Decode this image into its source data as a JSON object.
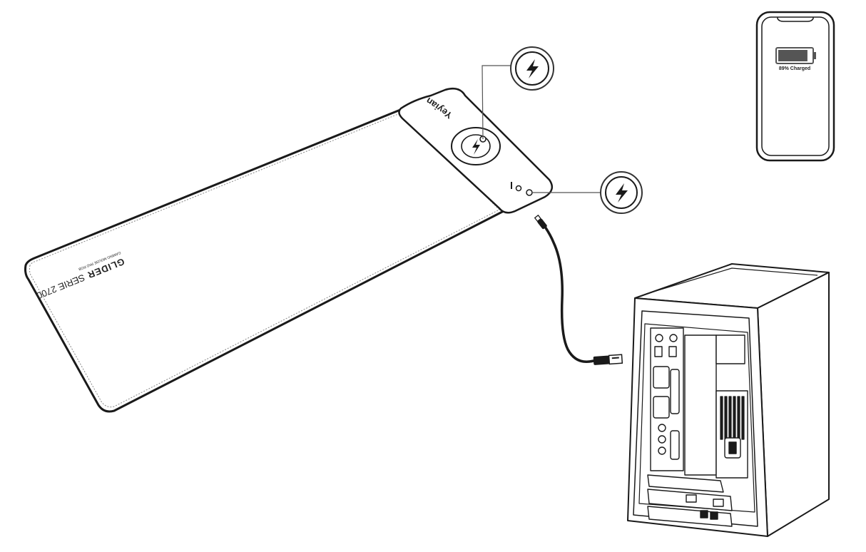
{
  "pad": {
    "brand": "Yeyian",
    "product_name": "GLIDER",
    "series": "SERIE 2700",
    "subtitle": "GAMING MOUSE PAD RGB"
  },
  "phone": {
    "battery_text": "89% Charged",
    "battery_level": 0.89
  },
  "icons": {
    "wireless_callout": "lightning-bolt",
    "cable_callout": "lightning-bolt"
  },
  "colors": {
    "line": "#1a1a1a",
    "background": "#ffffff"
  }
}
